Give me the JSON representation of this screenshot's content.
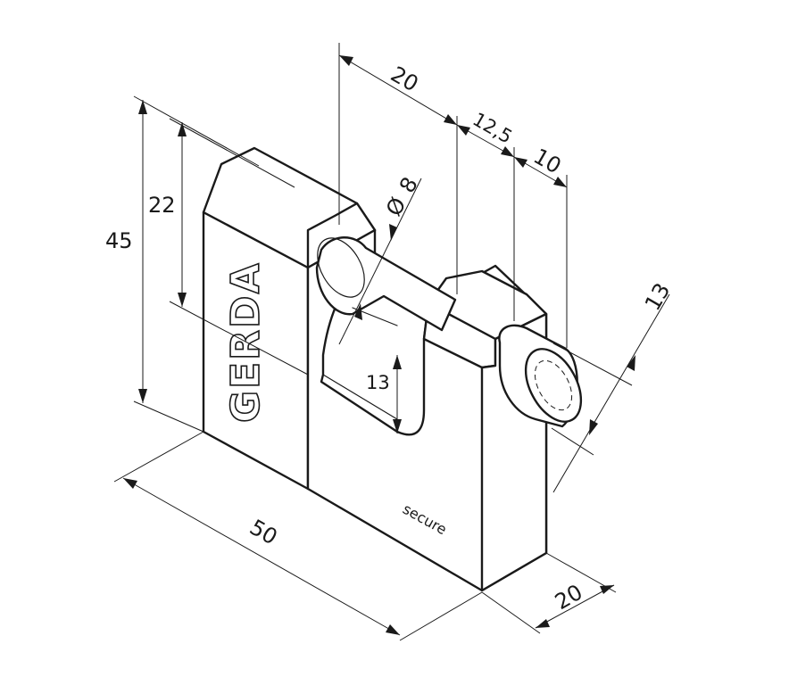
{
  "brand_logo": "GERDA",
  "engraving": "secure",
  "dimensions": {
    "shackle_span": "20",
    "shackle_offset": "12,5",
    "cylinder_length": "10",
    "cylinder_diameter": "13",
    "shackle_diameter_symbol": "Ø",
    "shackle_diameter": "8",
    "inner_clearance": "22",
    "total_height": "45",
    "shackle_opening": "13",
    "width": "50",
    "depth": "20"
  }
}
